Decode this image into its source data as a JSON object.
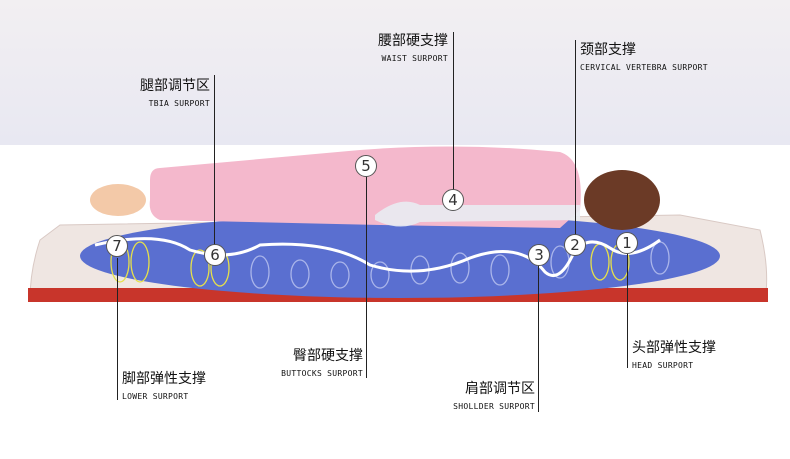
{
  "colors": {
    "band": "#e8e8f2",
    "blue_zone": "#5a6fd0",
    "pajamas": "#f4b8cc",
    "spring_yellow": "#e6e04a"
  },
  "labels": [
    {
      "id": "1",
      "cn": "头部弹性支撑",
      "en": "HEAD SURPORT"
    },
    {
      "id": "2",
      "cn": "颈部支撑",
      "en": "CERVICAL VERTEBRA SURPORT"
    },
    {
      "id": "3",
      "cn": "肩部调节区",
      "en": "SHOLLDER SURPORT"
    },
    {
      "id": "4",
      "cn": "腰部硬支撑",
      "en": "WAIST SURPORT"
    },
    {
      "id": "5",
      "cn": "臀部硬支撑",
      "en": "BUTTOCKS SURPORT"
    },
    {
      "id": "6",
      "cn": "腿部调节区",
      "en": "TBIA SURPORT"
    },
    {
      "id": "7",
      "cn": "脚部弹性支撑",
      "en": "LOWER SURPORT"
    }
  ]
}
